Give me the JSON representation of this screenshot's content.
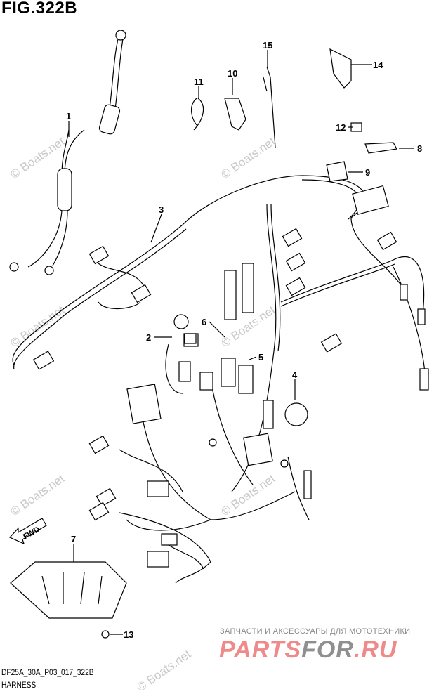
{
  "figure": {
    "title": "FIG.322B",
    "code": "DF25A_30A_P03_017_322B",
    "name": "HARNESS"
  },
  "callouts": [
    "1",
    "2",
    "3",
    "4",
    "5",
    "6",
    "7",
    "8",
    "9",
    "10",
    "11",
    "12",
    "13",
    "14",
    "15"
  ],
  "fwd_label": "FWD",
  "watermark": "© Boats.net",
  "ad": {
    "tagline": "ЗАПЧАСТИ И АКСЕССУАРЫ ДЛЯ МОТОТЕХНИКИ",
    "logo_part1": "PARTS",
    "logo_part2": "FOR",
    "logo_part3": ".RU"
  }
}
